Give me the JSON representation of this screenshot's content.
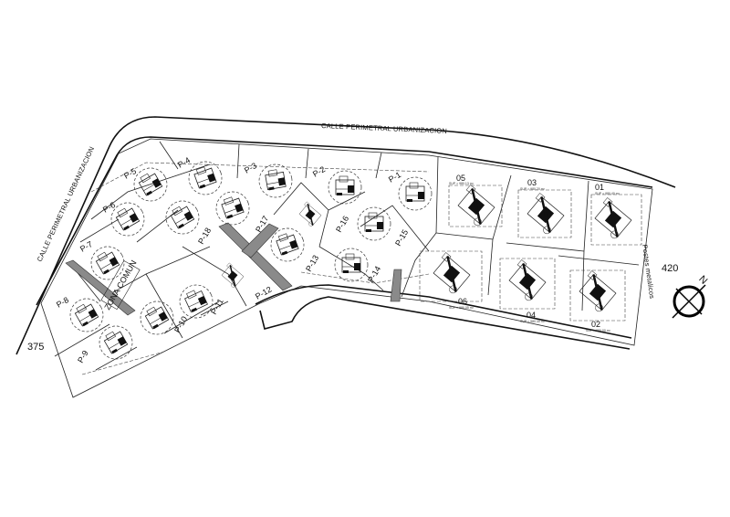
{
  "streets": {
    "top": "CALLE PERIMETRAL URBANIZACION",
    "left": "CALLE PERIMETRAL URBANIZACION",
    "right_note": "Postes metalicos"
  },
  "levels": {
    "left": "375",
    "right": "420"
  },
  "north_label": "N",
  "common_zone": {
    "label": "ZONA COMUN"
  },
  "plots_small": [
    "P-1",
    "P-2",
    "P-3",
    "P-4",
    "P-5",
    "P-6",
    "P-7",
    "P-8",
    "P-9",
    "P-10",
    "P-11",
    "P-12",
    "P-13",
    "P-14",
    "P-15",
    "P-16",
    "P-17",
    "P-18"
  ],
  "plots_large": [
    {
      "label": "01",
      "area": "SUP = 980.40 m²"
    },
    {
      "label": "02",
      "area": "SUP = 980.00 m²"
    },
    {
      "label": "03",
      "area": "SUP = 980.20 m²"
    },
    {
      "label": "04",
      "area": "SUP = 980.30 m²"
    },
    {
      "label": "05",
      "area": "SUP = 980.13 m²"
    },
    {
      "label": "06",
      "area": "SUP = 980.05 m²"
    }
  ]
}
